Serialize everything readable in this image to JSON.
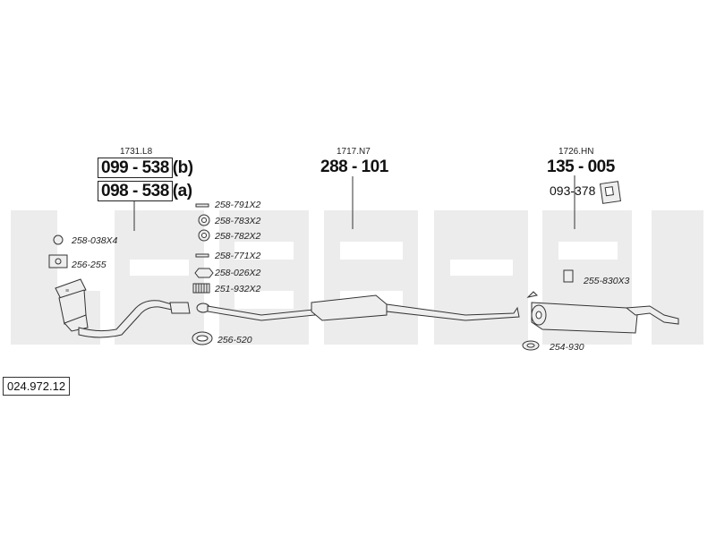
{
  "diagram_number": "024.972.12",
  "groups": {
    "front": {
      "code": "1731.L8",
      "items": [
        {
          "number": "099 - 538",
          "suffix": "(b)"
        },
        {
          "number": "098 - 538",
          "suffix": "(a)"
        }
      ]
    },
    "middle": {
      "code": "1717.N7",
      "number": "288 - 101"
    },
    "rear": {
      "code": "1726.HN",
      "number": "135 - 005",
      "hanger": "093-378"
    }
  },
  "parts": {
    "p258_791": "258-791X2",
    "p258_783": "258-783X2",
    "p258_782": "258-782X2",
    "p258_771": "258-771X2",
    "p258_026": "258-026X2",
    "p251_932": "251-932X2",
    "p258_038": "258-038X4",
    "p256_255": "256-255",
    "p256_520": "256-520",
    "p255_830": "255-830X3",
    "p254_930": "254-930"
  },
  "colors": {
    "watermark": "#ececec",
    "line": "#333333",
    "part_fill": "#eeeeee"
  }
}
